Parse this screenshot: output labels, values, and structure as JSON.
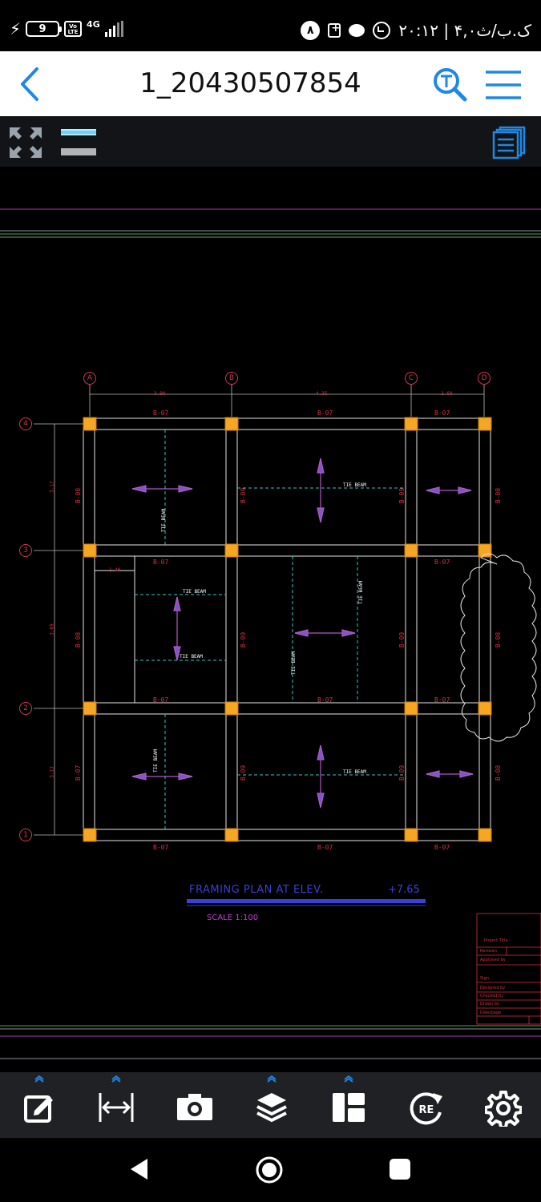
{
  "status_bar": {
    "battery_level": "9",
    "network_type": "4G",
    "volte": "Vo LTE",
    "notification_count": "۸",
    "clock": "۲۰:۱۲ | ۴,۰ک.ب/ث"
  },
  "title_bar": {
    "title": "1_20430507854"
  },
  "drawing": {
    "grid_letters": [
      "A",
      "B",
      "C",
      "D"
    ],
    "grid_numbers": [
      "4",
      "3",
      "2",
      "1"
    ],
    "dimensions_top": [
      "3.90",
      "4.35",
      "2.60"
    ],
    "dimensions_left": [
      "3.17",
      "3.69",
      "3.13"
    ],
    "dimension_inner": "1.40",
    "beam_h_top": [
      "B-07",
      "B-07",
      "B-07"
    ],
    "beam_h_row3": [
      "B-07",
      "B-07"
    ],
    "beam_h_row2": [
      "B-07",
      "B-07",
      "B-07"
    ],
    "beam_h_bottom": [
      "B-07",
      "B-07",
      "B-07"
    ],
    "beam_v_upper": [
      "B-08",
      "B-09",
      "B-09",
      "B-08"
    ],
    "beam_v_middle": [
      "B-08",
      "B-09",
      "B-09",
      "B-08"
    ],
    "beam_v_lower": [
      "B-07",
      "B-09",
      "B-09",
      "B-08"
    ],
    "tie_beam_label": "TIE BEAM",
    "plan_title": "FRAMING PLAN AT ELEV.",
    "plan_elevation": "+7.65",
    "plan_scale": "SCALE 1:100",
    "title_block": {
      "project_title": "Project Title",
      "rows": [
        "Revision",
        "Approved by",
        "Sign",
        "Designed by",
        "Checked by",
        "Drawn by",
        "Date/page"
      ]
    }
  },
  "bottom_tools": {
    "tools": [
      "edit-tool",
      "measure-tool",
      "snapshot-tool",
      "layers-tool",
      "layout-tool",
      "redraw-tool",
      "settings-tool"
    ],
    "redraw_text": "RE"
  },
  "colors": {
    "accent_blue": "#1e88e5",
    "column_orange": "#f5a623",
    "beam_red": "#d4313f",
    "cad_magenta": "#c53bd6",
    "cad_cyan": "#35c6c0"
  }
}
